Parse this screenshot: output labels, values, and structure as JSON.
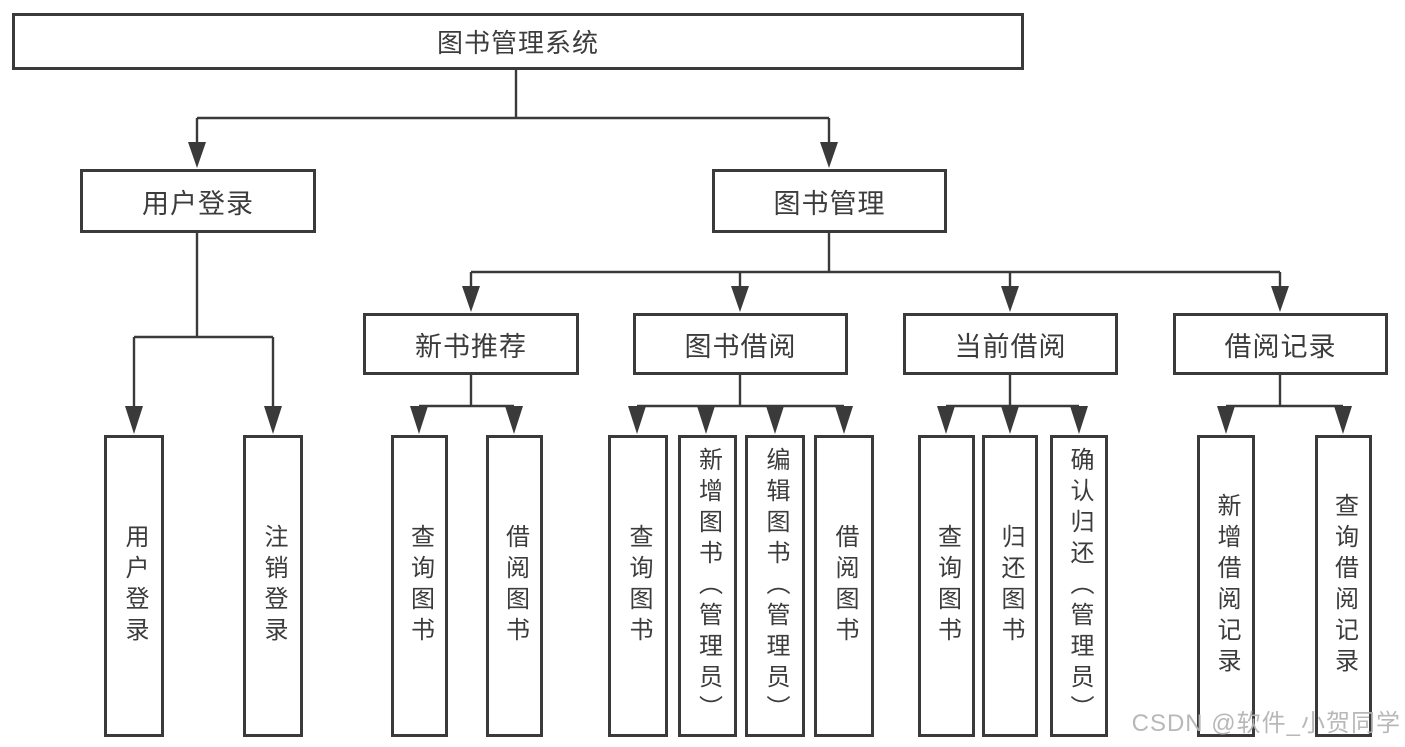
{
  "colors": {
    "line": "#3a3a3a",
    "text": "#3c3c3c",
    "background": "#ffffff",
    "watermark": "#b5b5b5"
  },
  "tree": {
    "root": {
      "label": "图书管理系统",
      "children": [
        {
          "label": "用户登录",
          "children": [
            {
              "label": "用户登录"
            },
            {
              "label": "注销登录"
            }
          ]
        },
        {
          "label": "图书管理",
          "children": [
            {
              "label": "新书推荐",
              "children": [
                {
                  "label": "查询图书"
                },
                {
                  "label": "借阅图书"
                }
              ]
            },
            {
              "label": "图书借阅",
              "children": [
                {
                  "label": "查询图书"
                },
                {
                  "label": "新增图书（管理员）"
                },
                {
                  "label": "编辑图书（管理员）"
                },
                {
                  "label": "借阅图书"
                }
              ]
            },
            {
              "label": "当前借阅",
              "children": [
                {
                  "label": "查询图书"
                },
                {
                  "label": "归还图书"
                },
                {
                  "label": "确认归还（管理员）"
                }
              ]
            },
            {
              "label": "借阅记录",
              "children": [
                {
                  "label": "新增借阅记录"
                },
                {
                  "label": "查询借阅记录"
                }
              ]
            }
          ]
        }
      ]
    }
  },
  "watermark": {
    "text": "CSDN @软件_小贺同学"
  }
}
